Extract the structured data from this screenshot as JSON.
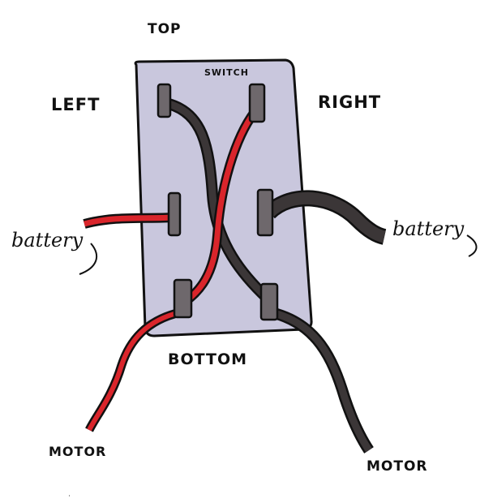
{
  "labels": {
    "top": "TOP",
    "switch": "SWITCH",
    "left": "LEFT",
    "right": "RIGHT",
    "battery_left": "battery",
    "battery_right": "battery",
    "bottom": "BOTTOM",
    "motor_left": "MOTOR",
    "motor_right": "MOTOR"
  },
  "colors": {
    "switch_body": "#c9c7dd",
    "terminal": "#6e686c",
    "red_wire": "#d9252b",
    "dark_wire": "#3b3637",
    "outline": "#111111"
  }
}
